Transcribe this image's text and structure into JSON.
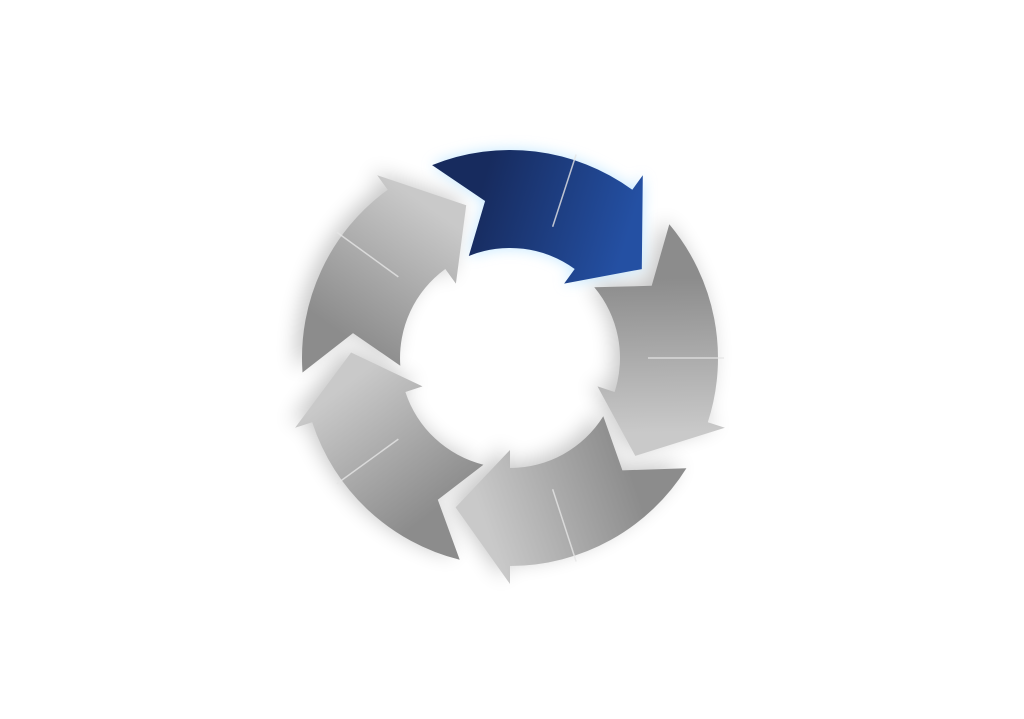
{
  "diagram": {
    "type": "cycle",
    "segment_count": 5,
    "highlighted_index": 4,
    "colors": {
      "background": "#ffffff",
      "gray_light": "#c9c9c9",
      "gray_dark": "#8c8c8c",
      "accent_light": "#2450a3",
      "accent_dark": "#172b5e",
      "glow": "#8fd3ff",
      "divider": "#e6e6e6"
    },
    "segments": [
      {
        "id": "segment-1",
        "highlighted": false
      },
      {
        "id": "segment-2",
        "highlighted": false
      },
      {
        "id": "segment-3",
        "highlighted": false
      },
      {
        "id": "segment-4",
        "highlighted": false
      },
      {
        "id": "segment-5",
        "highlighted": true
      }
    ]
  }
}
